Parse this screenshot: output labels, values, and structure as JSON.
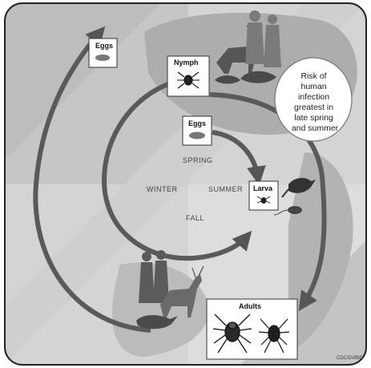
{
  "boxes": {
    "eggs_outer": "Eggs",
    "nymph": "Nymph",
    "eggs_inner": "Eggs",
    "larva": "Larva",
    "adults": "Adults"
  },
  "seasons": {
    "spring": "SPRING",
    "summer": "SUMMER",
    "fall": "FALL",
    "winter": "WINTER"
  },
  "risk_note": [
    "Risk of",
    "human",
    "infection",
    "greatest in",
    "late spring",
    "and summer"
  ],
  "credit": "CDC/DVBID"
}
